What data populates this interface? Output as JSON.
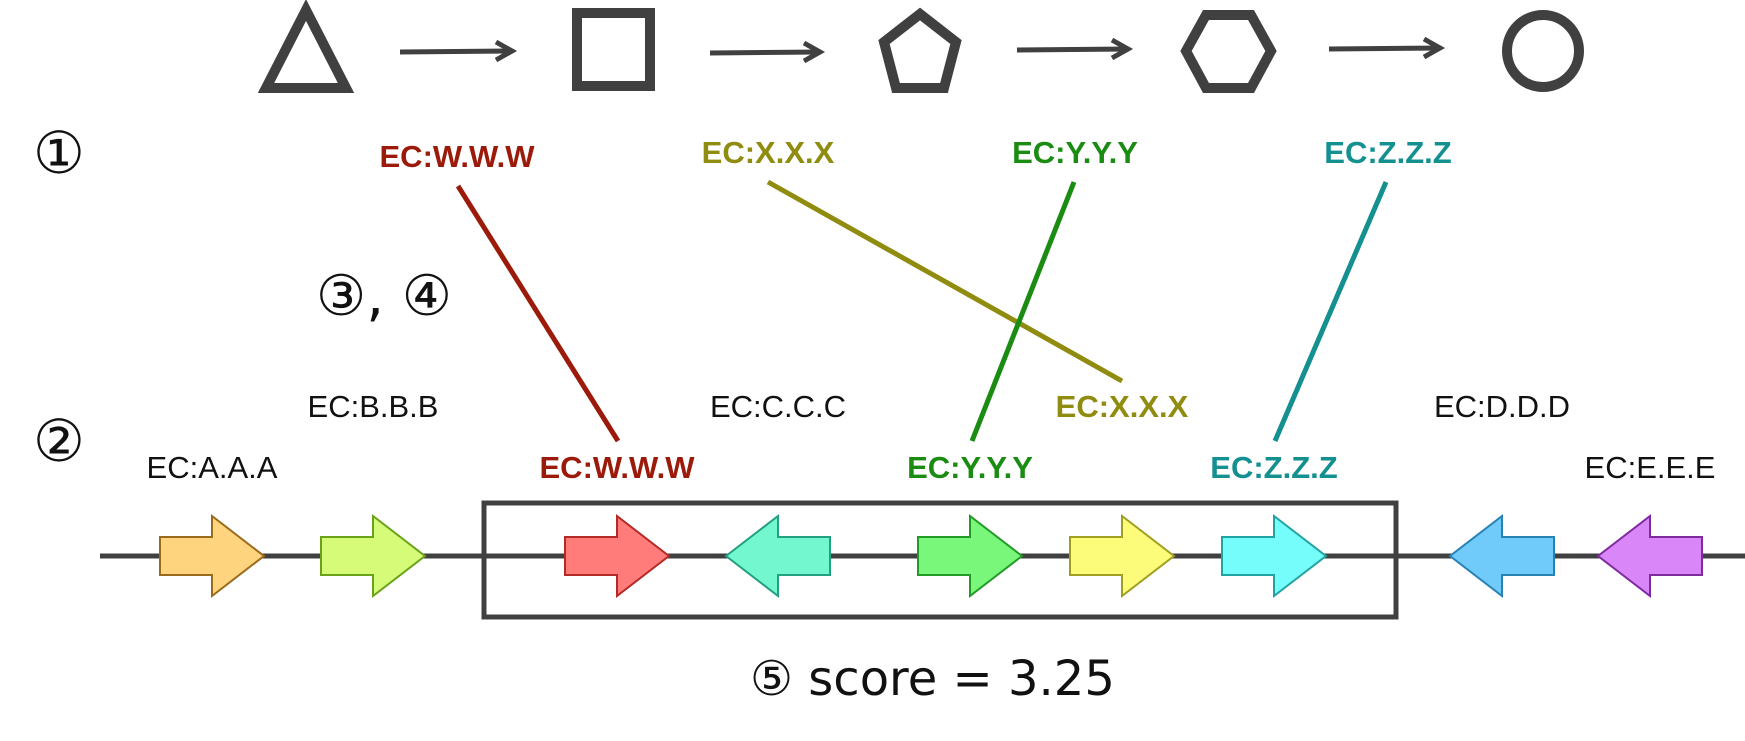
{
  "pathway": {
    "shapes": [
      "triangle-icon",
      "square-icon",
      "pentagon-icon",
      "hexagon-icon",
      "circle-icon"
    ],
    "stroke_color": "#404040",
    "ec_labels": [
      {
        "text": "EC:W.W.W",
        "color": "#9b1a0a"
      },
      {
        "text": "EC:X.X.X",
        "color": "#8f8c0f"
      },
      {
        "text": "EC:Y.Y.Y",
        "color": "#1a8c11"
      },
      {
        "text": "EC:Z.Z.Z",
        "color": "#13908f"
      }
    ]
  },
  "steps": {
    "step1": "①",
    "step2": "②",
    "step34": "③, ④",
    "step5": "⑤ score = 3.25"
  },
  "genes": [
    {
      "label": "EC:A.A.A",
      "direction": "right",
      "fill": "#ffd47f",
      "stroke": "#9a6b1c",
      "highlight": false
    },
    {
      "label": "EC:B.B.B",
      "direction": "right",
      "fill": "#d6fb78",
      "stroke": "#6aa31a",
      "highlight": false
    },
    {
      "label": "EC:W.W.W",
      "direction": "right",
      "fill": "#ff7c7a",
      "stroke": "#b32a26",
      "highlight": true,
      "label_color": "#9b1a0a"
    },
    {
      "label": "EC:C.C.C",
      "direction": "left",
      "fill": "#72f7cf",
      "stroke": "#22a080",
      "highlight": false
    },
    {
      "label": "EC:Y.Y.Y",
      "direction": "right",
      "fill": "#78f77a",
      "stroke": "#239a26",
      "highlight": true,
      "label_color": "#1a8c11"
    },
    {
      "label": "EC:X.X.X",
      "direction": "right",
      "fill": "#fdfc7a",
      "stroke": "#a19f22",
      "highlight": true,
      "label_color": "#8f8c0f"
    },
    {
      "label": "EC:Z.Z.Z",
      "direction": "right",
      "fill": "#75fdfb",
      "stroke": "#21a3a1",
      "highlight": true,
      "label_color": "#13908f"
    },
    {
      "label": "EC:D.D.D",
      "direction": "left",
      "fill": "#70cbfb",
      "stroke": "#2781b3",
      "highlight": false
    },
    {
      "label": "EC:E.E.E",
      "direction": "left",
      "fill": "#d986f8",
      "stroke": "#7f2a9f",
      "highlight": false
    }
  ],
  "matches": [
    {
      "from": "EC:W.W.W",
      "to_gene": 2,
      "color": "#9b1a0a"
    },
    {
      "from": "EC:X.X.X",
      "to_gene": 5,
      "color": "#8f8c0f"
    },
    {
      "from": "EC:Y.Y.Y",
      "to_gene": 4,
      "color": "#1a8c11"
    },
    {
      "from": "EC:Z.Z.Z",
      "to_gene": 6,
      "color": "#13908f"
    }
  ],
  "default_label_color": "#111111"
}
